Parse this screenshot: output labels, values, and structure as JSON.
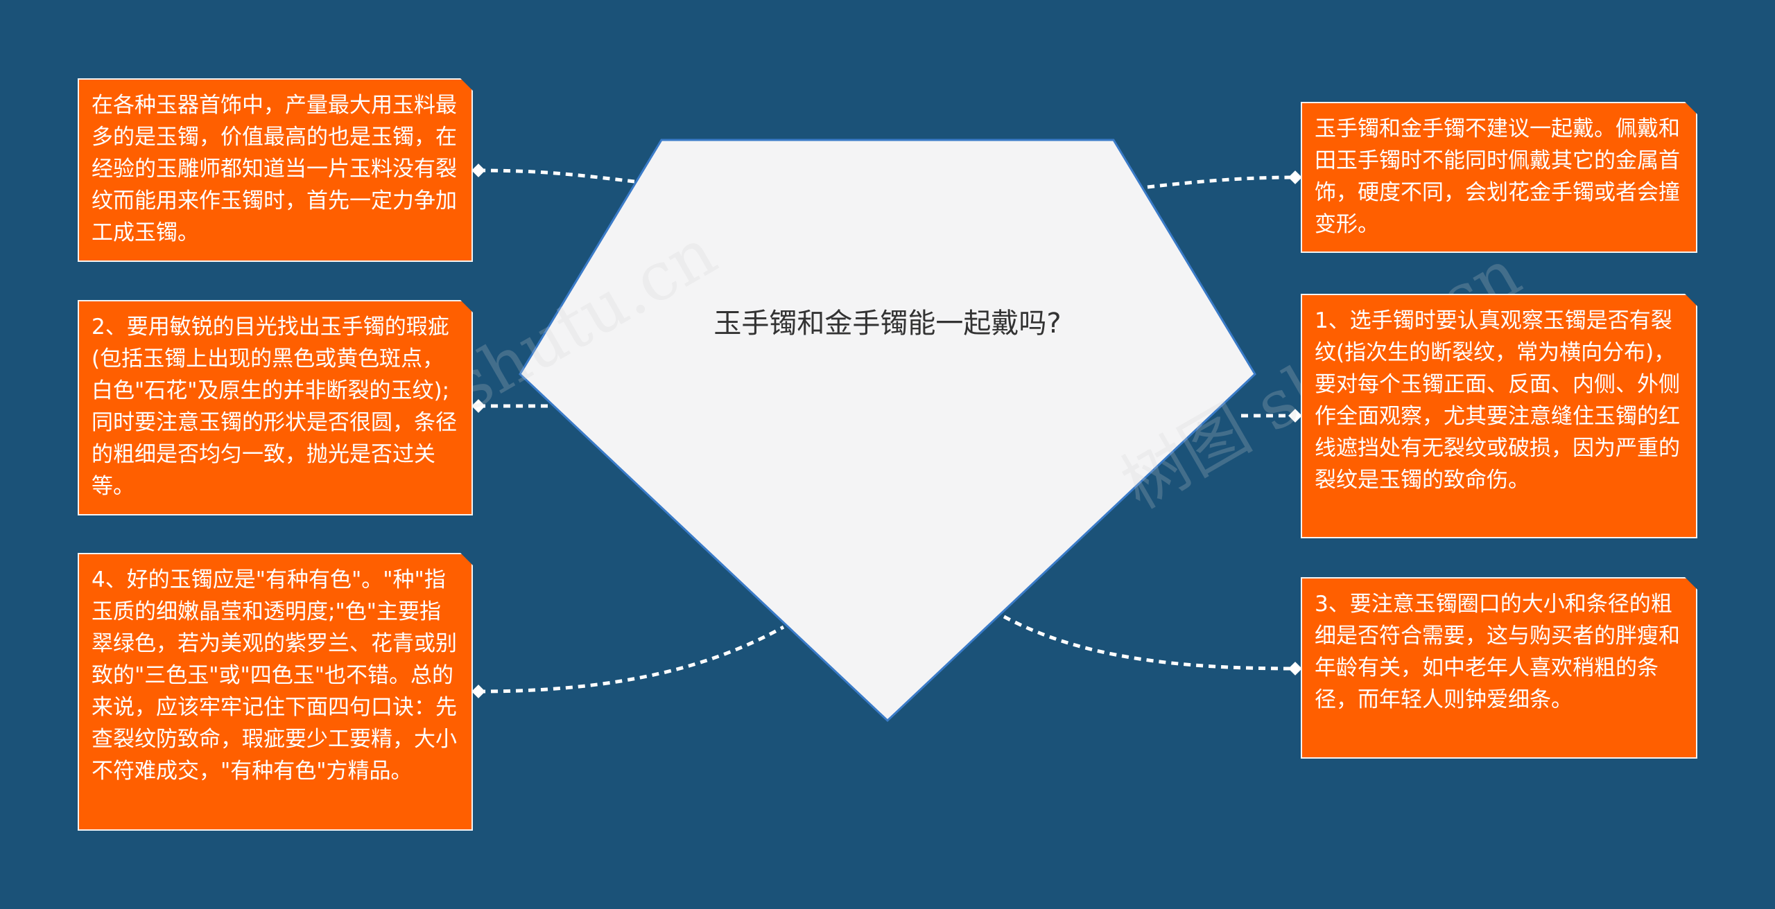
{
  "center": {
    "title": "玉手镯和金手镯能一起戴吗?"
  },
  "nodes": {
    "left_1": "在各种玉器首饰中，产量最大用玉料最多的是玉镯，价值最高的也是玉镯，在经验的玉雕师都知道当一片玉料没有裂纹而能用来作玉镯时，首先一定力争加工成玉镯。",
    "left_2": "2、要用敏锐的目光找出玉手镯的瑕疵(包括玉镯上出现的黑色或黄色斑点，白色\"石花\"及原生的并非断裂的玉纹);同时要注意玉镯的形状是否很圆，条径的粗细是否均匀一致，抛光是否过关等。",
    "left_3": "4、好的玉镯应是\"有种有色\"。\"种\"指玉质的细嫩晶莹和透明度;\"色\"主要指翠绿色，若为美观的紫罗兰、花青或别致的\"三色玉\"或\"四色玉\"也不错。总的来说，应该牢牢记住下面四句口诀：先查裂纹防致命，瑕疵要少工要精，大小不符难成交，\"有种有色\"方精品。",
    "right_1": "玉手镯和金手镯不建议一起戴。佩戴和田玉手镯时不能同时佩戴其它的金属首饰，硬度不同，会划花金手镯或者会撞变形。",
    "right_2": "1、选手镯时要认真观察玉镯是否有裂纹(指次生的断裂纹，常为横向分布)，要对每个玉镯正面、反面、内侧、外侧作全面观察，尤其要注意缝住玉镯的红线遮挡处有无裂纹或破损，因为严重的裂纹是玉镯的致命伤。",
    "right_3": "3、要注意玉镯圈口的大小和条径的粗细是否符合需要，这与购买者的胖瘦和年龄有关，如中老年人喜欢稍粗的条径，而年轻人则钟爱细条。"
  },
  "watermarks": {
    "left": "树图 shutu.cn",
    "right": "树图 shutu.cn"
  },
  "colors": {
    "background": "#1b5278",
    "node_fill": "#ff5f00",
    "center_fill": "#f4f4f5",
    "center_stroke": "#3a7bc8",
    "connector": "#ffffff"
  }
}
